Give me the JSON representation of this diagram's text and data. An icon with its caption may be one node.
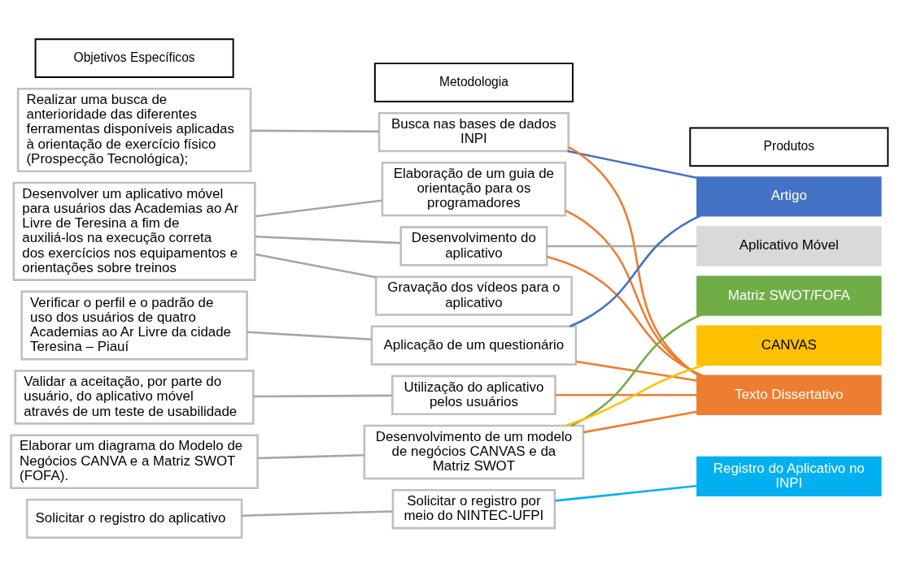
{
  "diagram": {
    "nodes": [
      {
        "text": [
          "Objetivos Específicos"
        ]
      },
      {
        "text": [
          "Metodologia"
        ]
      },
      {
        "text": [
          "Produtos"
        ]
      },
      {
        "text": [
          "Realizar uma busca de anterioridade das diferentes ferramentas disponíveis aplicadas à orientação de exercício físico (Prospecção Tecnológica);"
        ]
      },
      {
        "text": [
          "Desenvolver um aplicativo móvel para usuários das Academias ao Ar Livre de Teresina a fim de auxiliá-los na execução correta dos exercícios nos equipamentos e orientações sobre treinos"
        ]
      },
      {
        "text": [
          "Verificar o perfil e o padrão de uso dos usuários de quatro Academias ao Ar Livre da cidade Teresina – Piauí"
        ]
      },
      {
        "text": [
          "Validar a aceitação, por parte do usuário, do aplicativo móvel através de um teste de usabilidade"
        ]
      },
      {
        "text": [
          "Elaborar um diagrama do Modelo de Negócios CANVA e a Matriz SWOT (FOFA)."
        ]
      },
      {
        "text": [
          "Solicitar o registro do aplicativo"
        ]
      },
      {
        "text": [
          "Busca nas bases de dados INPI"
        ]
      },
      {
        "text": [
          "Elaboração de um guia de orientação para os programadores"
        ]
      },
      {
        "text": [
          "Desenvolvimento do aplicativo"
        ]
      },
      {
        "text": [
          "Gravação dos vídeos para o aplicativo"
        ]
      },
      {
        "text": [
          "Aplicação de um questionário"
        ]
      },
      {
        "text": [
          "Utilização do aplicativo pelos usuários"
        ]
      },
      {
        "text": [
          "Desenvolvimento de um modelo de negócios CANVAS e da Matriz SWOT"
        ]
      },
      {
        "text": [
          "Solicitar o registro por meio do NINTEC-UFPI"
        ]
      },
      {
        "text": [
          "Artigo"
        ]
      },
      {
        "text": [
          "Aplicativo Móvel"
        ]
      },
      {
        "text": [
          "Matriz SWOT/FOFA"
        ]
      },
      {
        "text": [
          "CANVAS"
        ]
      },
      {
        "text": [
          "Texto Dissertativo"
        ]
      },
      {
        "text": [
          "Registro do Aplicativo no INPI"
        ]
      }
    ],
    "edges": [
      {
        "from": 3,
        "to": 9,
        "arrow": "none"
      },
      {
        "from": 4,
        "to": 10,
        "arrow": "none"
      },
      {
        "from": 4,
        "to": 11,
        "arrow": "none"
      },
      {
        "from": 4,
        "to": 12,
        "arrow": "none"
      },
      {
        "from": 5,
        "to": 13,
        "arrow": "none"
      },
      {
        "from": 6,
        "to": 14,
        "arrow": "none"
      },
      {
        "from": 7,
        "to": 15,
        "arrow": "none"
      },
      {
        "from": 8,
        "to": 16,
        "arrow": "none"
      },
      {
        "from": 9,
        "to": 17,
        "arrow": "none",
        "color": "#4472c4"
      },
      {
        "from": 9,
        "to": 21,
        "arrow": "none",
        "color": "#ed7d31"
      },
      {
        "from": 10,
        "to": 21,
        "arrow": "none",
        "color": "#ed7d31"
      },
      {
        "from": 11,
        "to": 18,
        "arrow": "none"
      },
      {
        "from": 11,
        "to": 21,
        "arrow": "none",
        "color": "#ed7d31"
      },
      {
        "from": 13,
        "to": 17,
        "arrow": "none",
        "color": "#4472c4"
      },
      {
        "from": 13,
        "to": 21,
        "arrow": "none",
        "color": "#ed7d31"
      },
      {
        "from": 14,
        "to": 21,
        "arrow": "none",
        "color": "#ed7d31"
      },
      {
        "from": 15,
        "to": 19,
        "arrow": "none",
        "color": "#70ad47"
      },
      {
        "from": 15,
        "to": 20,
        "arrow": "none",
        "color": "#ffc000"
      },
      {
        "from": 15,
        "to": 21,
        "arrow": "none",
        "color": "#ed7d31"
      },
      {
        "from": 16,
        "to": 22,
        "arrow": "none",
        "color": "#00b0f0"
      }
    ]
  }
}
